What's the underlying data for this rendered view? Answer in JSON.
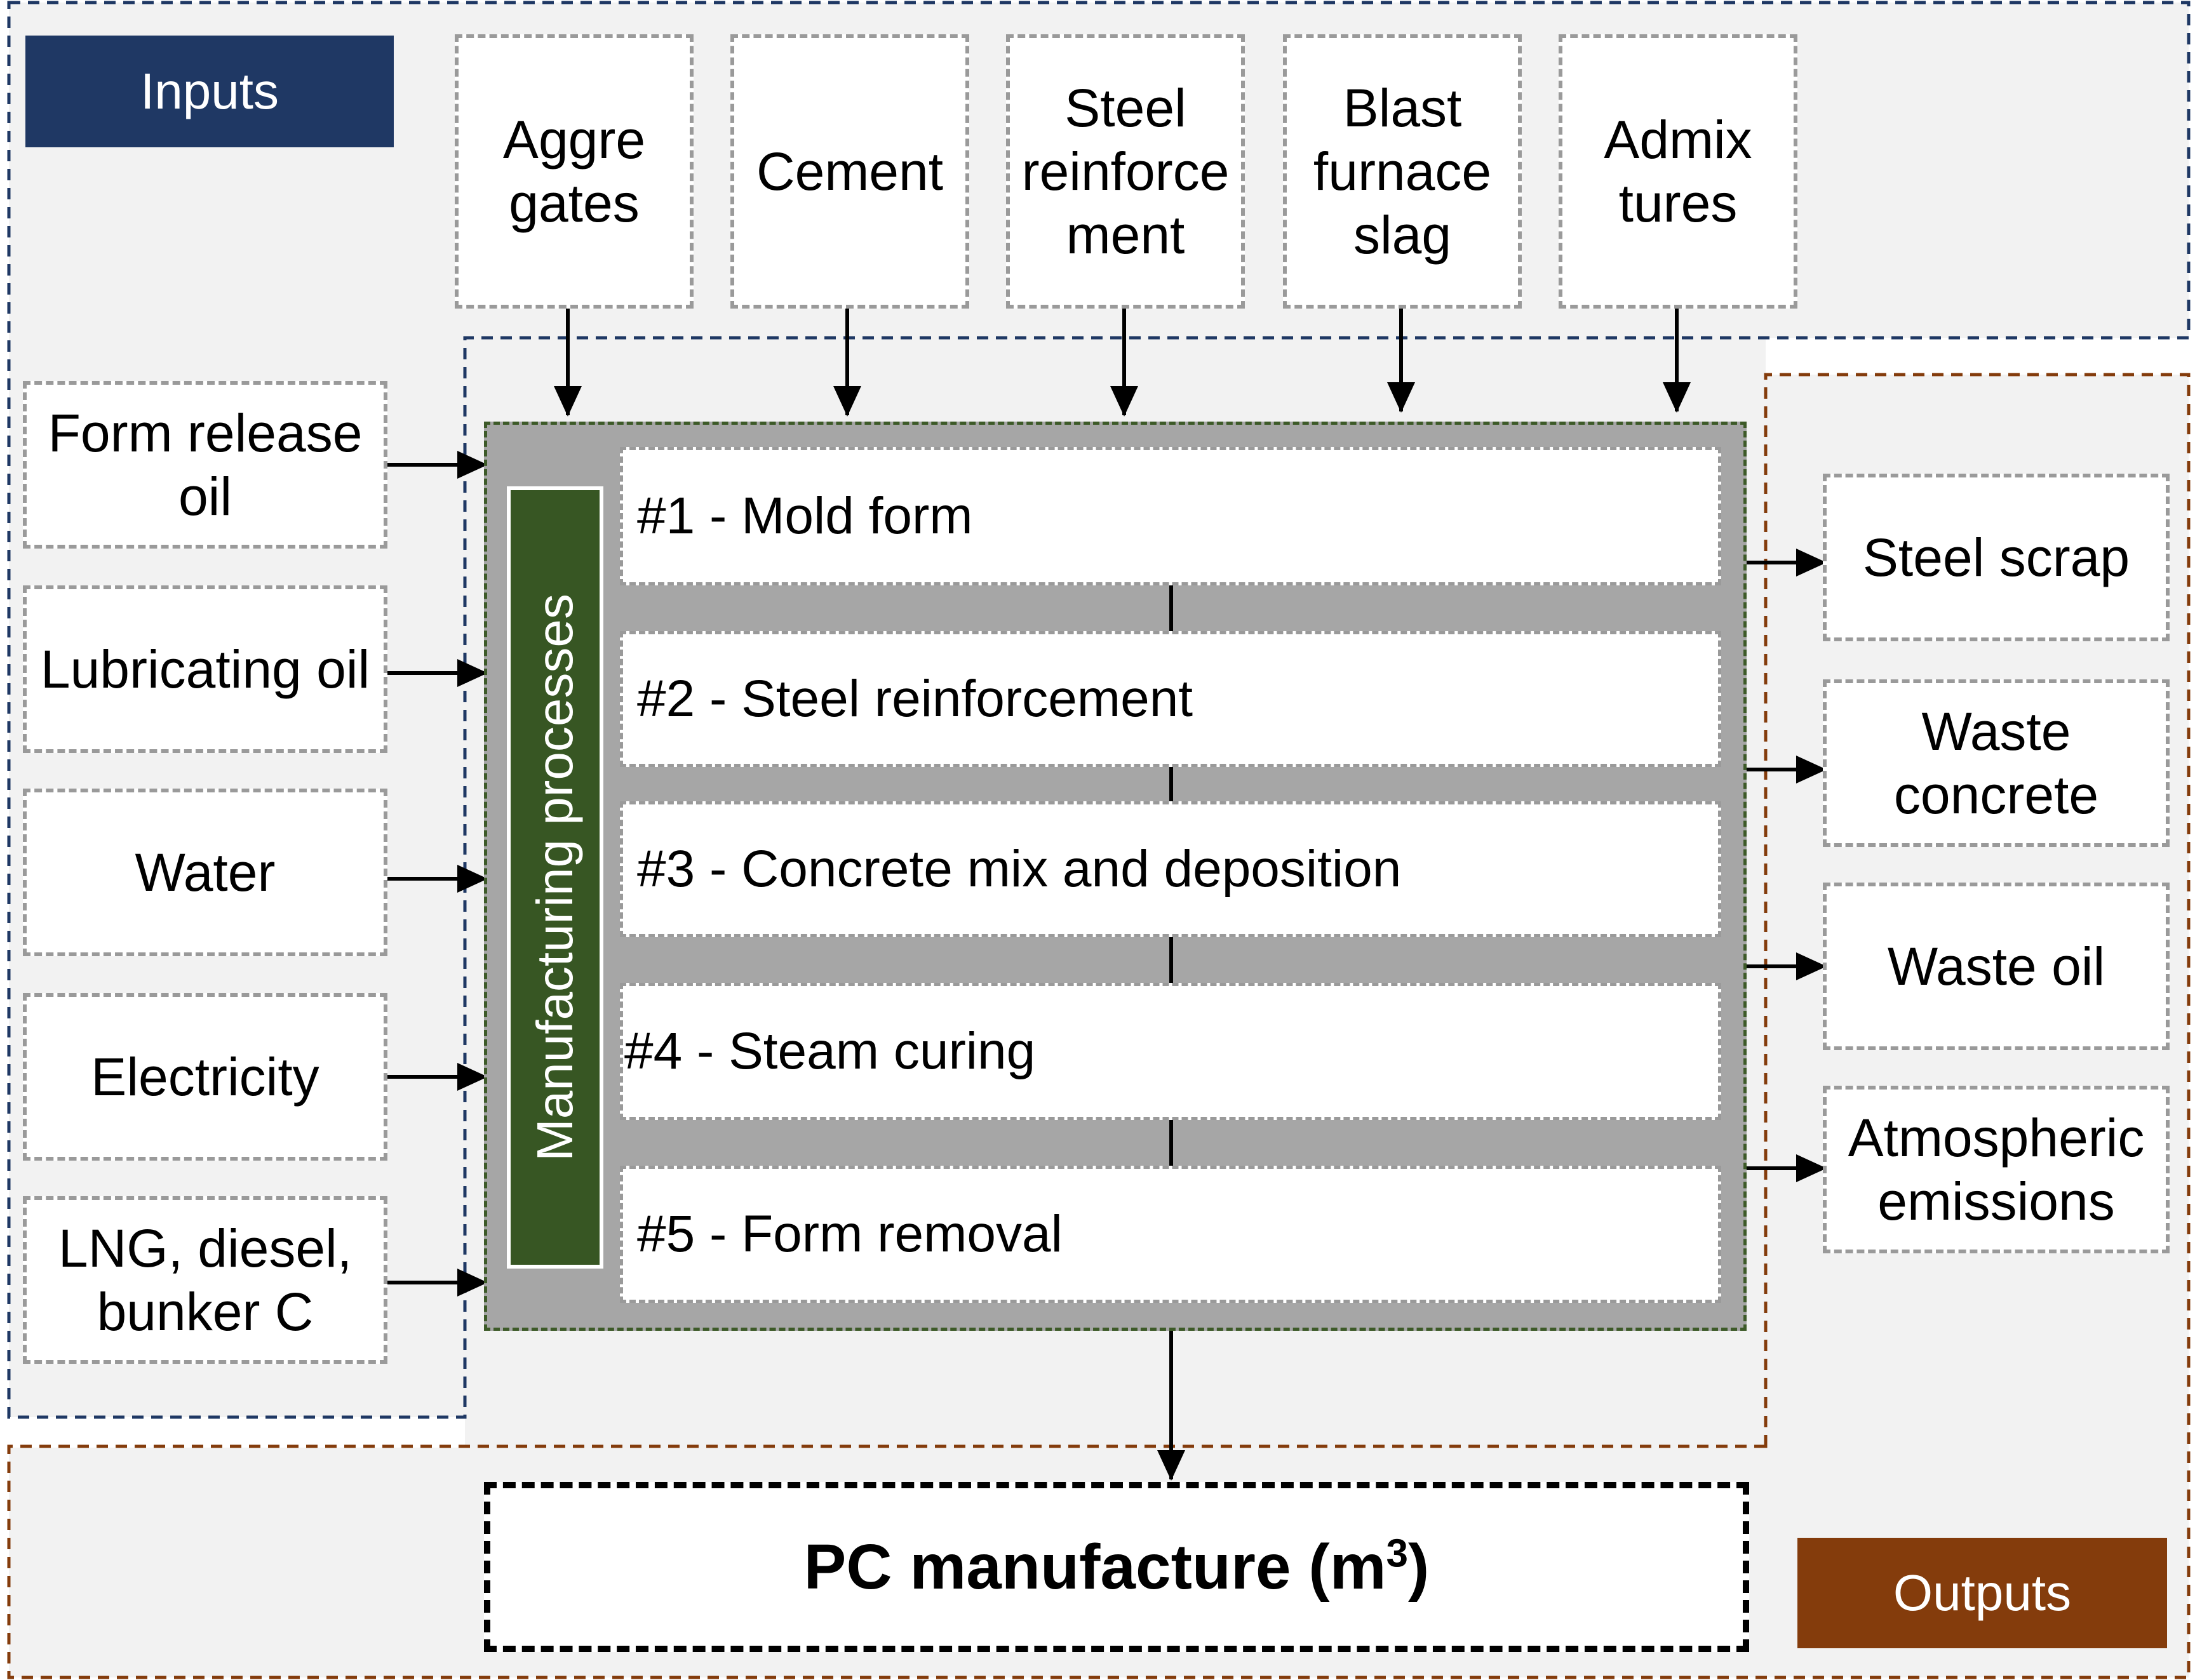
{
  "colors": {
    "inputs_accent": "#1f3864",
    "outputs_accent": "#843c0c",
    "process_accent": "#375623",
    "process_panel": "#a6a6a6",
    "canvas_background": "#f2f2f2"
  },
  "inputs": {
    "label": "Inputs",
    "top_items": [
      "Aggre\ngates",
      "Cement",
      "Steel\nreinforce\nment",
      "Blast\nfurnace\nslag",
      "Admix\ntures"
    ],
    "side_items": [
      "Form release\noil",
      "Lubricating oil",
      "Water",
      "Electricity",
      "LNG, diesel,\nbunker C"
    ]
  },
  "process": {
    "label": "Manufacturing processes",
    "steps": [
      "#1 - Mold form",
      "#2 - Steel reinforcement",
      "#3 - Concrete mix and deposition",
      "#4 - Steam curing",
      "#5 - Form removal"
    ]
  },
  "outputs": {
    "label": "Outputs",
    "items": [
      "Steel scrap",
      "Waste\nconcrete",
      "Waste oil",
      "Atmospheric\nemissions"
    ]
  },
  "product": {
    "name": "PC manufacture (m",
    "unit_sup": "3",
    "close": ")"
  }
}
